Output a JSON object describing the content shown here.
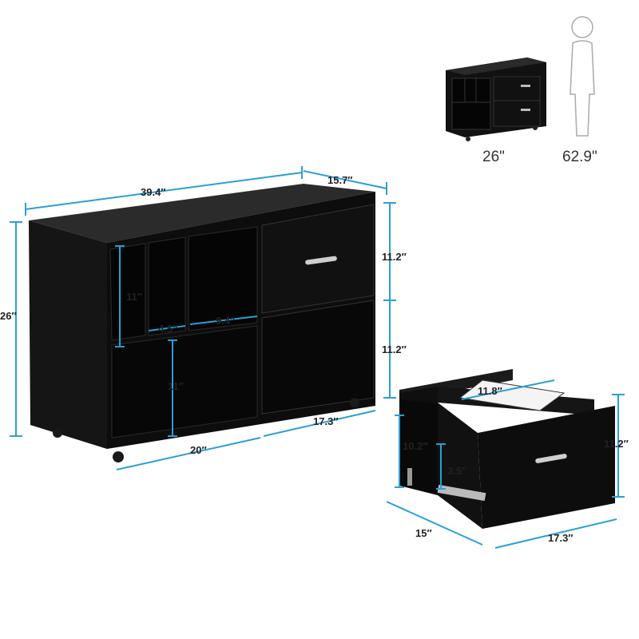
{
  "colors": {
    "cabinet": "#0c0c0c",
    "dimension_line": "#2a9fd6",
    "background": "#ffffff"
  },
  "icons": [
    "person-silhouette-icon",
    "drawer-handle-icon",
    "caster-wheel-icon"
  ],
  "thumbnail": {
    "width_label": "26\"",
    "height_label": "62.9\""
  },
  "main_cabinet": {
    "width": "39.4″",
    "depth": "15.7″",
    "height": "26″",
    "drawer_top_height": "11.2″",
    "drawer_bottom_height": "11.2″",
    "cubby_height_top": "11″",
    "cubby_width_small": "4.5″",
    "cubby_width_large": "9.4″",
    "cubby_height_bottom": "11″",
    "base_width_left": "20″",
    "base_width_right": "17.3″"
  },
  "drawer_detail": {
    "inner_width": "11.8″",
    "inner_height": "10.2″",
    "rail_height": "3.5″",
    "front_height": "11.2″",
    "depth": "15″",
    "width": "17.3″"
  }
}
